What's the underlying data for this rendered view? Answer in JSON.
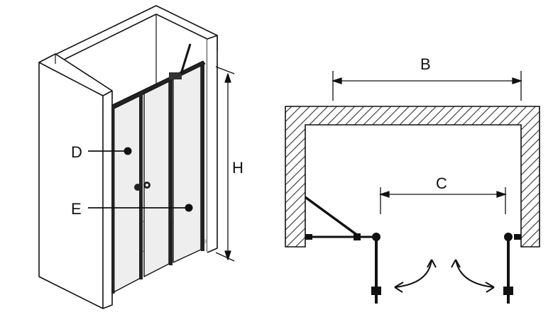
{
  "labels": {
    "D": "D",
    "E": "E",
    "H": "H",
    "B": "B",
    "C": "C"
  },
  "colors": {
    "line": "#111111",
    "glass": "#eeeeee",
    "hatch": "#333333",
    "background": "#ffffff"
  }
}
